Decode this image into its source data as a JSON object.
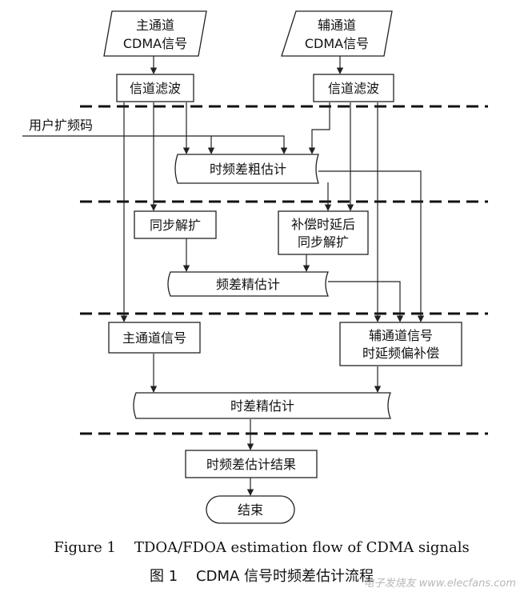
{
  "nodes": {
    "main_input_line1": "主通道",
    "main_input_line2": "CDMA信号",
    "aux_input_line1": "辅通道",
    "aux_input_line2": "CDMA信号",
    "channel_filter_main": "信道滤波",
    "channel_filter_aux": "信道滤波",
    "user_spreading_code": "用户扩频码",
    "coarse_estimation": "时频差粗估计",
    "sync_despread": "同步解扩",
    "compensated_sync_line1": "补偿时延后",
    "compensated_sync_line2": "同步解扩",
    "freq_fine_estimation": "频差精估计",
    "main_channel_signal": "主通道信号",
    "aux_signal_comp_line1": "辅通道信号",
    "aux_signal_comp_line2": "时延频偏补偿",
    "time_fine_estimation": "时差精估计",
    "result": "时频差估计结果",
    "end": "结束"
  },
  "caption": {
    "english": "Figure 1    TDOA/FDOA estimation flow of CDMA signals",
    "chinese": "图 1    CDMA 信号时频差估计流程"
  },
  "watermark": "电子发烧友 www.elecfans.com"
}
